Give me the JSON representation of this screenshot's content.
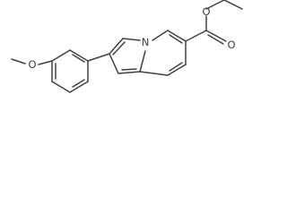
{
  "molecule": {
    "atoms": {
      "methoxy_oxygen": "O",
      "ring_nitrogen": "N",
      "carbonyl_oxygen": "O",
      "ester_oxygen": "O"
    }
  }
}
